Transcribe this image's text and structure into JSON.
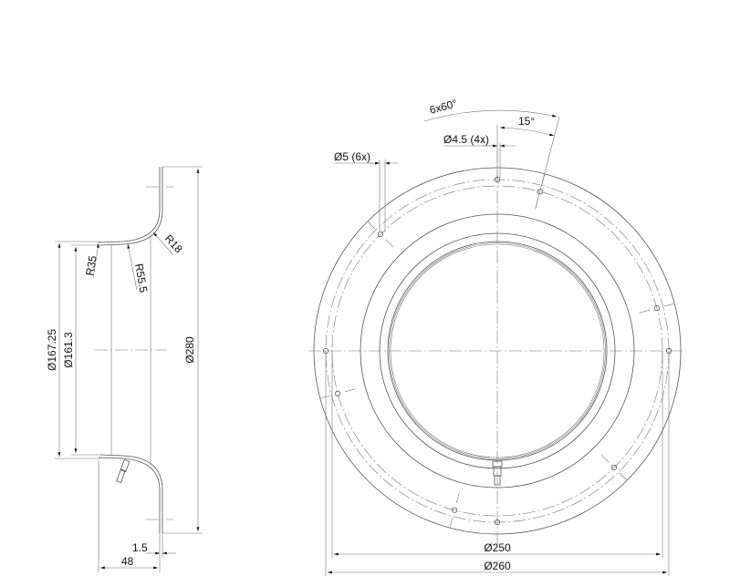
{
  "side_view": {
    "dim_outer_dia": "Ø280",
    "dim_inlet_dia_outer": "Ø167.25",
    "dim_inlet_dia_inner": "Ø161.3",
    "dim_radius_1": "R35",
    "dim_radius_2": "R55.5",
    "dim_radius_3": "R18",
    "dim_thickness": "1.5",
    "dim_depth": "48"
  },
  "front_view": {
    "dim_angle_pattern": "6x60°",
    "dim_angle_offset": "15°",
    "dim_hole_small": "Ø4.5 (4x)",
    "dim_hole_large": "Ø5 (6x)",
    "dim_circle_250": "Ø250",
    "dim_circle_260": "Ø260"
  }
}
